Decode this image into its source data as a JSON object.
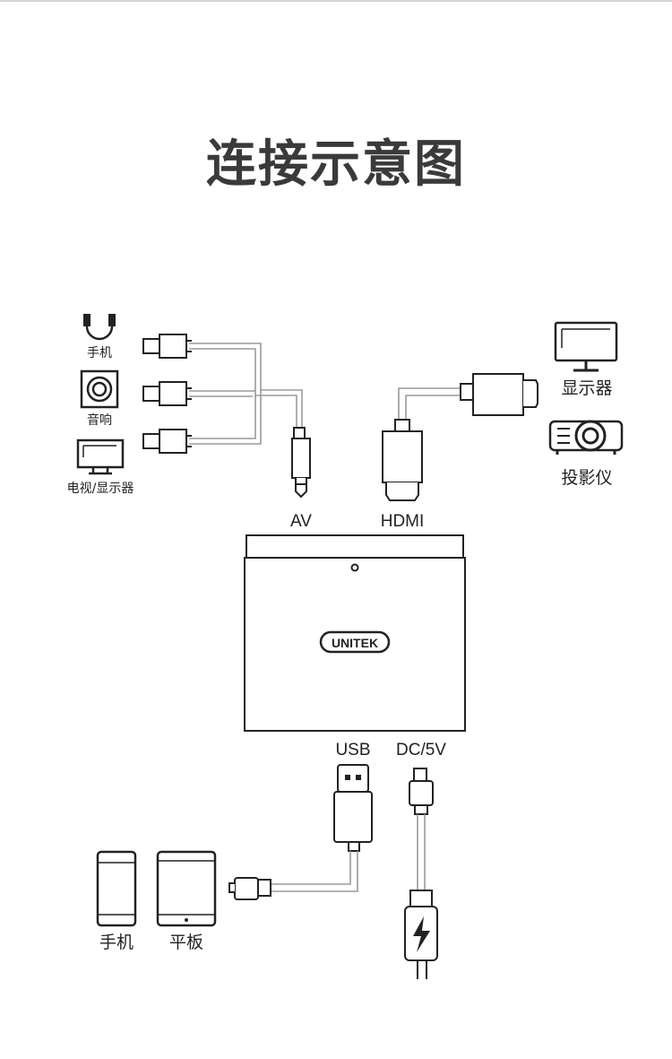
{
  "title": "连接示意图",
  "brand": "UNITEK",
  "ports": {
    "av": "AV",
    "hdmi": "HDMI",
    "usb": "USB",
    "dc": "DC/5V"
  },
  "devices": {
    "av_phone": "手机",
    "av_audio": "音响",
    "av_tv": "电视/显示器",
    "hdmi_monitor": "显示器",
    "hdmi_projector": "投影仪",
    "usb_phone": "手机",
    "usb_tablet": "平板"
  },
  "colors": {
    "line": "#222222",
    "title": "#3a3a3a",
    "cable_grey": "#9a9a9a"
  },
  "icons": [
    "headphone-jack-icon",
    "speaker-icon",
    "tv-icon",
    "monitor-icon",
    "projector-icon",
    "phone-icon",
    "tablet-icon",
    "lightning-icon"
  ]
}
